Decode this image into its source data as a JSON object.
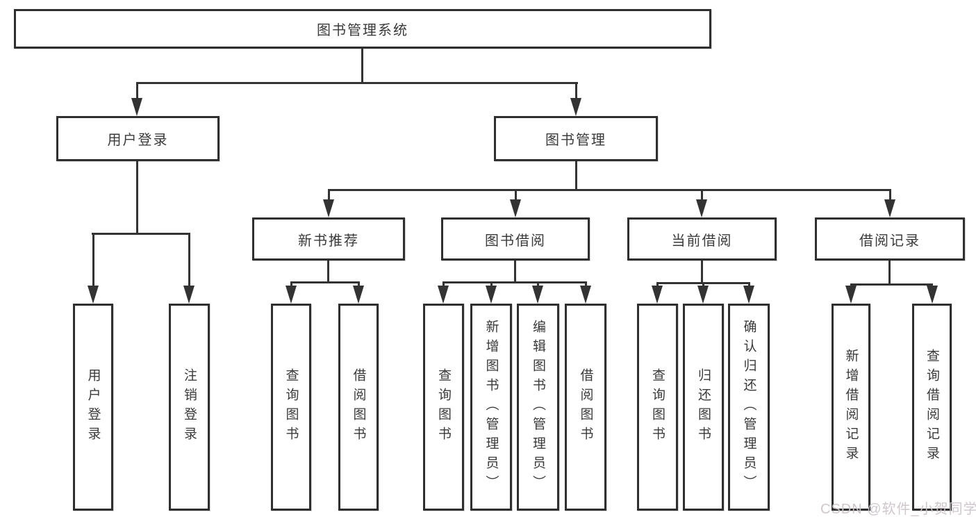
{
  "tree": {
    "root": {
      "label": "图书管理系统"
    },
    "branches": [
      {
        "label": "用户登录",
        "leaves": [
          {
            "label": "用户登录"
          },
          {
            "label": "注销登录"
          }
        ]
      },
      {
        "label": "图书管理",
        "children": [
          {
            "label": "新书推荐",
            "leaves": [
              {
                "label": "查询图书"
              },
              {
                "label": "借阅图书"
              }
            ]
          },
          {
            "label": "图书借阅",
            "leaves": [
              {
                "label": "查询图书"
              },
              {
                "label": "新增图书（管理员）"
              },
              {
                "label": "编辑图书（管理员）"
              },
              {
                "label": "借阅图书"
              }
            ]
          },
          {
            "label": "当前借阅",
            "leaves": [
              {
                "label": "查询图书"
              },
              {
                "label": "归还图书"
              },
              {
                "label": "确认归还（管理员）"
              }
            ]
          },
          {
            "label": "借阅记录",
            "leaves": [
              {
                "label": "新增借阅记录"
              },
              {
                "label": "查询借阅记录"
              }
            ]
          }
        ]
      }
    ]
  },
  "watermark": {
    "text": "CSDN @软件_小贺同学"
  },
  "colors": {
    "line": "#333333",
    "border": "#2f2f2f",
    "text": "#3a3a3a",
    "background": "#ffffff",
    "watermark": "#cdc4cb"
  }
}
